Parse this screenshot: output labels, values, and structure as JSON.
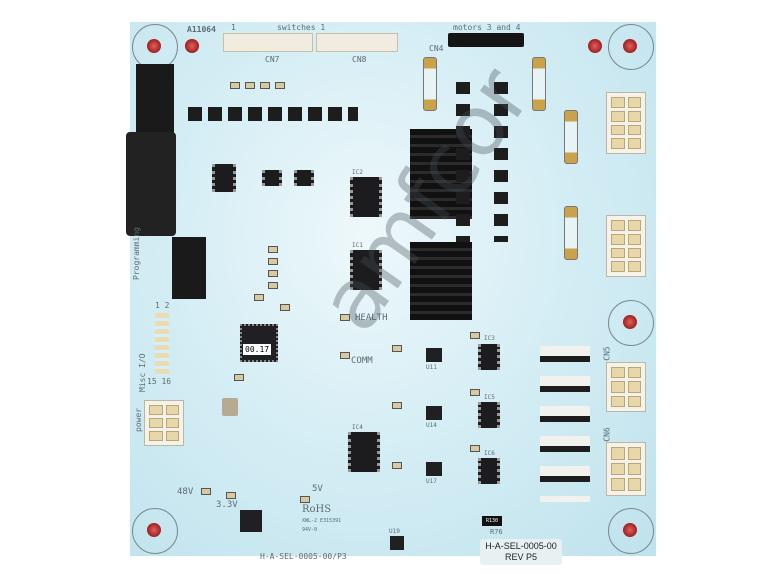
{
  "board": {
    "part_code": "A11064",
    "switches_pin": "1",
    "switches_label": "switches 1",
    "motors_label": "motors 3 and 4",
    "cn7": "CN7",
    "cn8": "CN8",
    "cn4": "CN4",
    "cn5": "CN5",
    "cn6": "CN6",
    "programming_label": "Programming",
    "misc_io_label": "Misc I/O",
    "header_pins_top": "1  2",
    "header_pins_bottom": "15  16",
    "power_label": "power",
    "chip_label": "00.17",
    "health_label": "HEALTH",
    "comm_label": "COMM",
    "led_48v": "48V",
    "led_3v3": "3.3V",
    "led_5v": "5V",
    "rohs": "RoHS",
    "cert": "XWL-2 E315391",
    "ul": "94V-0",
    "silkscreen_id": "H-A-SEL-0005-00/P3",
    "sticker_id": "H-A-SEL-0005-00",
    "sticker_rev": "REV P5",
    "resistor_marking": "R130",
    "resistor_ref": "R76",
    "ic_refs": [
      "IC1",
      "IC2",
      "IC3",
      "IC4",
      "IC5",
      "IC6",
      "U11",
      "U14",
      "U17",
      "U19"
    ]
  },
  "watermark": "amfcor",
  "colors": {
    "board": "#cfe8f0",
    "mounting_hole": "#b02a2a"
  }
}
